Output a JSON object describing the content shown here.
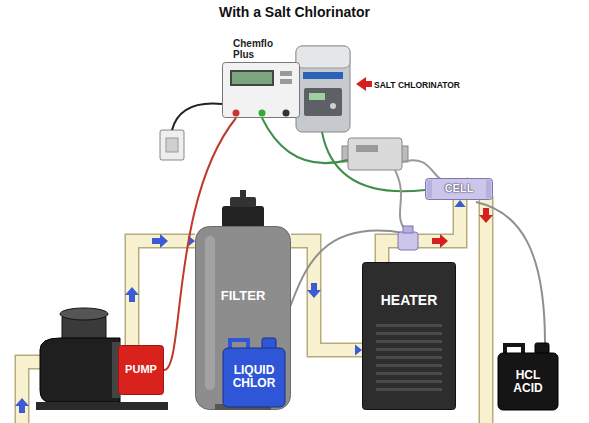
{
  "diagram": {
    "title": "With a Salt Chlorinator",
    "nodes": [
      {
        "text": [
          "Chemflo Plus"
        ]
      },
      {
        "text": [
          "CELL"
        ]
      },
      {
        "text": [
          "FILTER"
        ]
      },
      {
        "text": [
          "HEATER"
        ]
      },
      {
        "text": [
          "PUMP"
        ]
      },
      {
        "text": [
          "LIQUID CHLOR"
        ]
      },
      {
        "text": [
          "HCL ACID"
        ]
      }
    ],
    "edges": [
      {
        "from": 4,
        "to": 2,
        "arrow": "to"
      },
      {
        "from": 2,
        "to": 3,
        "arrow": "to"
      },
      {
        "from": 3,
        "to": 1,
        "arrow": "to"
      },
      {
        "from": 0,
        "to": 4,
        "arrow": "none"
      }
    ],
    "labels": [
      "SALT CHLORINATOR"
    ]
  }
}
